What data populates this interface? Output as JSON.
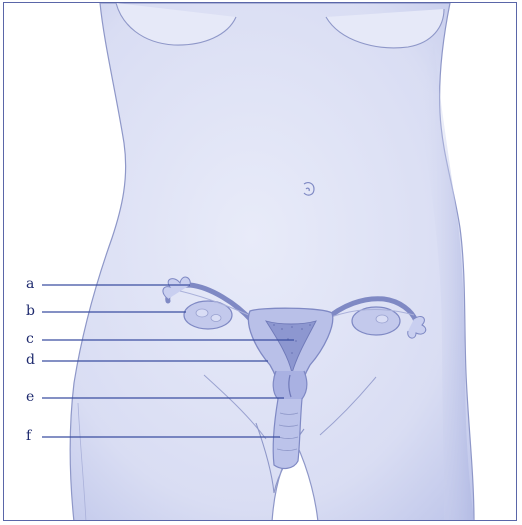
{
  "labels": {
    "a": "a",
    "b": "b",
    "c": "c",
    "d": "d",
    "e": "e",
    "f": "f"
  },
  "colors": {
    "border": "#5a66a8",
    "body_fill": "#dfe3f6",
    "body_shade": "#c7cdee",
    "outline": "#8e97c8",
    "organ": "#b9c0e8",
    "organ_dark": "#7f89c4",
    "leader_line": "#3b4ea0",
    "label_text": "#1e2a6e"
  }
}
